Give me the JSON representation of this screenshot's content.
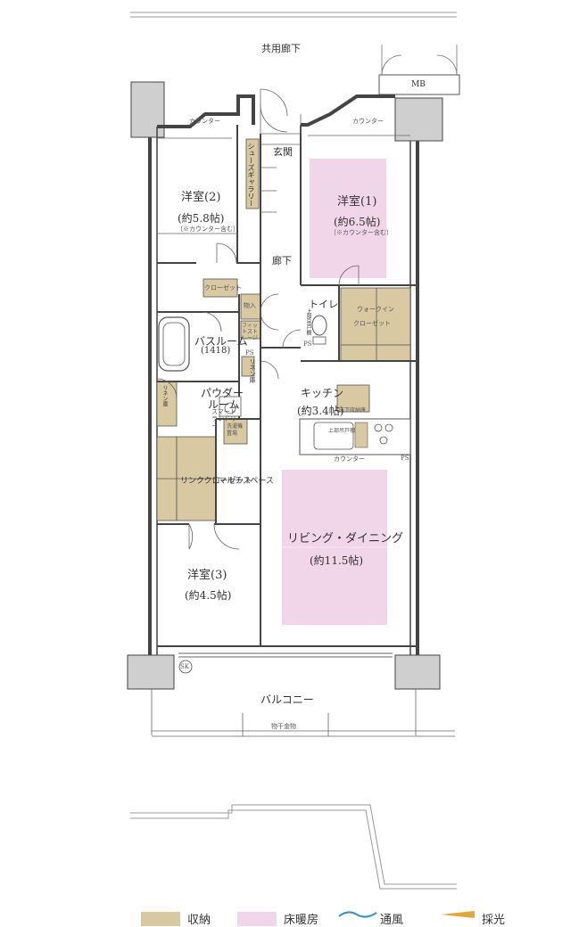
{
  "labels": {
    "corridor": "共用廊下",
    "mb": "MB",
    "counter_left": "カウンター",
    "counter_right": "カウンター",
    "entrance": "玄関",
    "shoes": "シューズギャラリー",
    "room2": "洋室(2)",
    "room2_area": "(約5.8帖)",
    "room2_note": "〔※カウンター含む〕",
    "room1": "洋室(1)",
    "room1_area": "(約6.5帖)",
    "room1_note": "〔※カウンター含む〕",
    "hallway": "廊下",
    "closet": "クローゼット",
    "storage": "物入",
    "fit_storage": "フィットストレージ",
    "toilet": "トイレ",
    "toilet_shelf": "上部吊戸棚",
    "walkin": "ウォークイン",
    "walkin2": "クローゼット",
    "ps": "PS",
    "bath": "バスルーム",
    "bath_size": "(1418)",
    "linen": "リネン庫",
    "powder": "パウダー",
    "powder2": "ルーム",
    "smart_laundry": "スマートランドリー",
    "washer": "洗濯機置場",
    "linen2": "リネン庫",
    "kitchen": "キッチン",
    "kitchen_area": "(約3.4帖)",
    "kitchen_cabinet": "床下収納庫",
    "kitchen_shelf": "上部吊戸棚",
    "counter_kitchen": "カウンター",
    "ps2": "PS",
    "ps3": "PS",
    "link_closet": "リンククローゼット",
    "multi": "マルチスペース",
    "living": "リビング・ダイニング",
    "living_area": "(約11.5帖)",
    "room3": "洋室(3)",
    "room3_area": "(約4.5帖)",
    "sk": "SK",
    "balcony": "バルコニー",
    "hanger": "物干金物"
  },
  "legend": [
    {
      "label": "収納",
      "color": "#d9c9a3"
    },
    {
      "label": "床暖房",
      "color": "#f1d5e9"
    },
    {
      "label": "通風",
      "color": "#3b8fc9"
    },
    {
      "label": "採光",
      "color": "#e2a63d"
    }
  ],
  "colors": {
    "wall": "#cfcfcf",
    "storage": "#d9c9a3",
    "floorheat": "#f1d5e9"
  }
}
